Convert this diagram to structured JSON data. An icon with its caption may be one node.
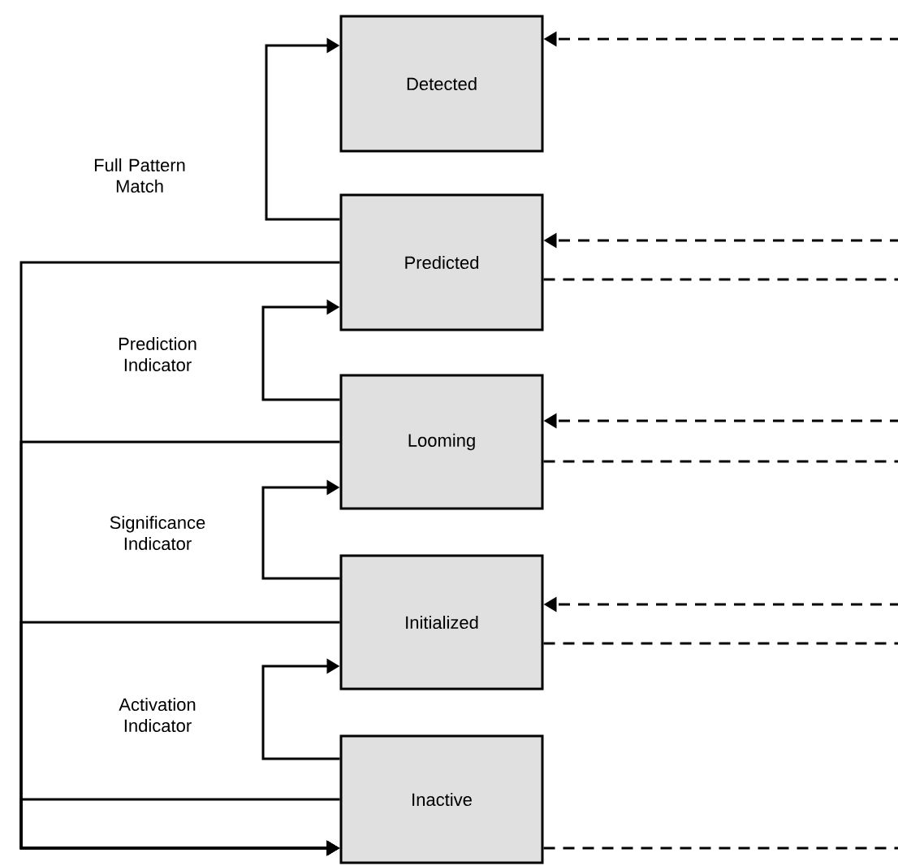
{
  "diagram": {
    "nodes": [
      {
        "text": [
          "Detected"
        ]
      },
      {
        "text": [
          "Predicted"
        ]
      },
      {
        "text": [
          "Looming"
        ]
      },
      {
        "text": [
          "Initialized"
        ]
      },
      {
        "text": [
          "Inactive"
        ]
      }
    ],
    "edges": [
      {
        "from": 1,
        "to": 0,
        "arrow": "to",
        "label": "Full Pattern Match"
      },
      {
        "from": 2,
        "to": 1,
        "arrow": "to",
        "label": "Prediction Indicator"
      },
      {
        "from": 3,
        "to": 2,
        "arrow": "to",
        "label": "Significance Indicator"
      },
      {
        "from": 4,
        "to": 3,
        "arrow": "to",
        "label": "Activation Indicator"
      },
      {
        "from": 1,
        "to": 4,
        "arrow": "to"
      },
      {
        "from": 2,
        "to": 4,
        "arrow": "to"
      },
      {
        "from": 3,
        "to": 4,
        "arrow": "to"
      },
      {
        "from": 4,
        "to": 4,
        "arrow": "to"
      },
      {
        "from": null,
        "to": 0,
        "arrow": "to",
        "style": "dashed"
      },
      {
        "from": null,
        "to": 1,
        "arrow": "to",
        "style": "dashed"
      },
      {
        "from": null,
        "to": 2,
        "arrow": "to",
        "style": "dashed"
      },
      {
        "from": null,
        "to": 3,
        "arrow": "to",
        "style": "dashed"
      },
      {
        "from": 1,
        "to": null,
        "arrow": "none",
        "style": "dashed"
      },
      {
        "from": 2,
        "to": null,
        "arrow": "none",
        "style": "dashed"
      },
      {
        "from": 3,
        "to": null,
        "arrow": "none",
        "style": "dashed"
      },
      {
        "from": 4,
        "to": null,
        "arrow": "none",
        "style": "dashed"
      }
    ]
  }
}
